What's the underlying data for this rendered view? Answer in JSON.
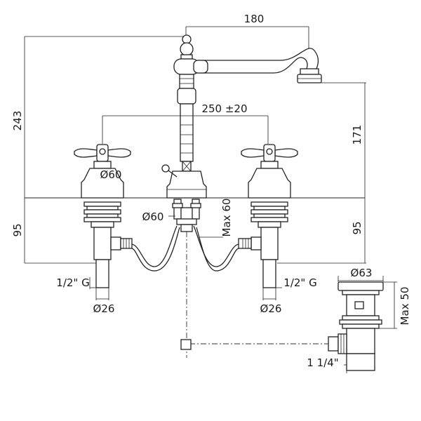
{
  "dimensions": {
    "top_width": "180",
    "left_height": "243",
    "center_spacing": "250 ±20",
    "right_height": "171",
    "handle_dia_left": "Ø60",
    "base_dia": "Ø60",
    "max_thickness": "Max 60",
    "left_depth": "95",
    "right_depth": "95",
    "thread_left": "1/2\" G",
    "thread_right": "1/2\" G",
    "pipe_dia_left": "Ø26",
    "pipe_dia_right": "Ø26",
    "drain_dia": "Ø63",
    "drain_max": "Max 50",
    "drain_thread": "1 1/4\""
  }
}
